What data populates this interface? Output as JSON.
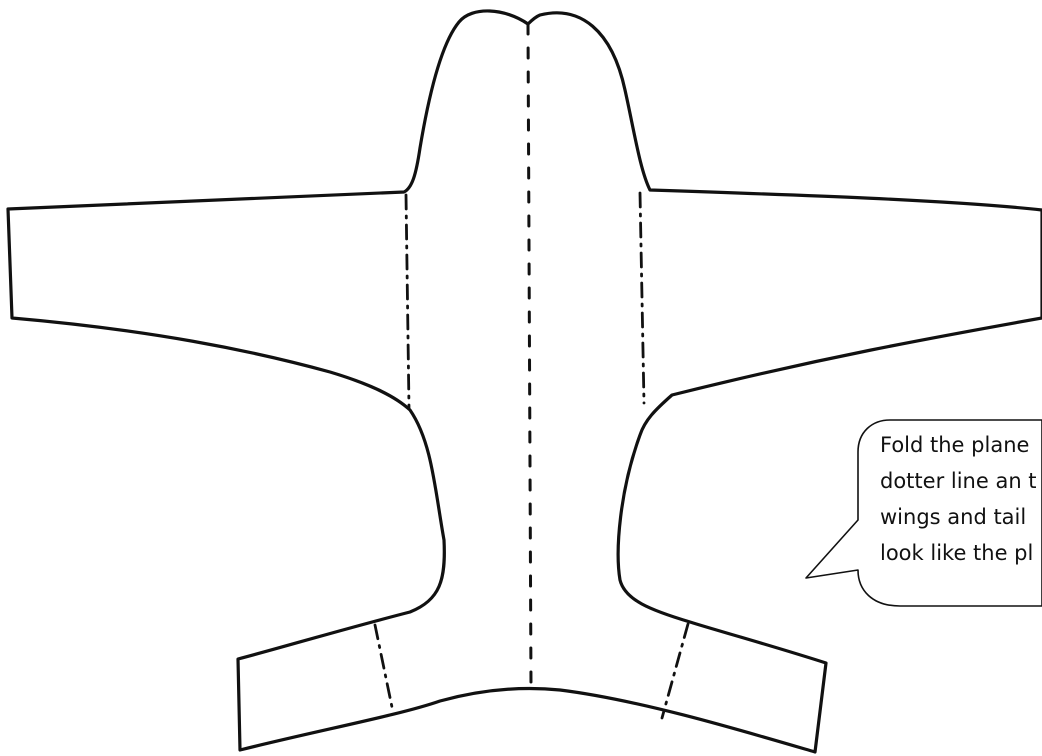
{
  "speech_bubble": {
    "lines": [
      "Fold the plane",
      "dotter line an t",
      "wings and tail",
      "look like the pl"
    ]
  },
  "fold_lines": {
    "center": "dashed",
    "wings": "dash-dot",
    "tail": "dash-dot"
  }
}
